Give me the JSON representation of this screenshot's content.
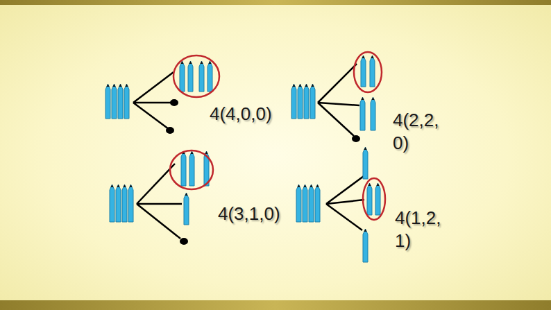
{
  "diagram": {
    "labels": [
      "4(4,0,0)",
      "4(2,2,0)",
      "4(3,1,0)",
      "4(1,2,1)"
    ]
  }
}
